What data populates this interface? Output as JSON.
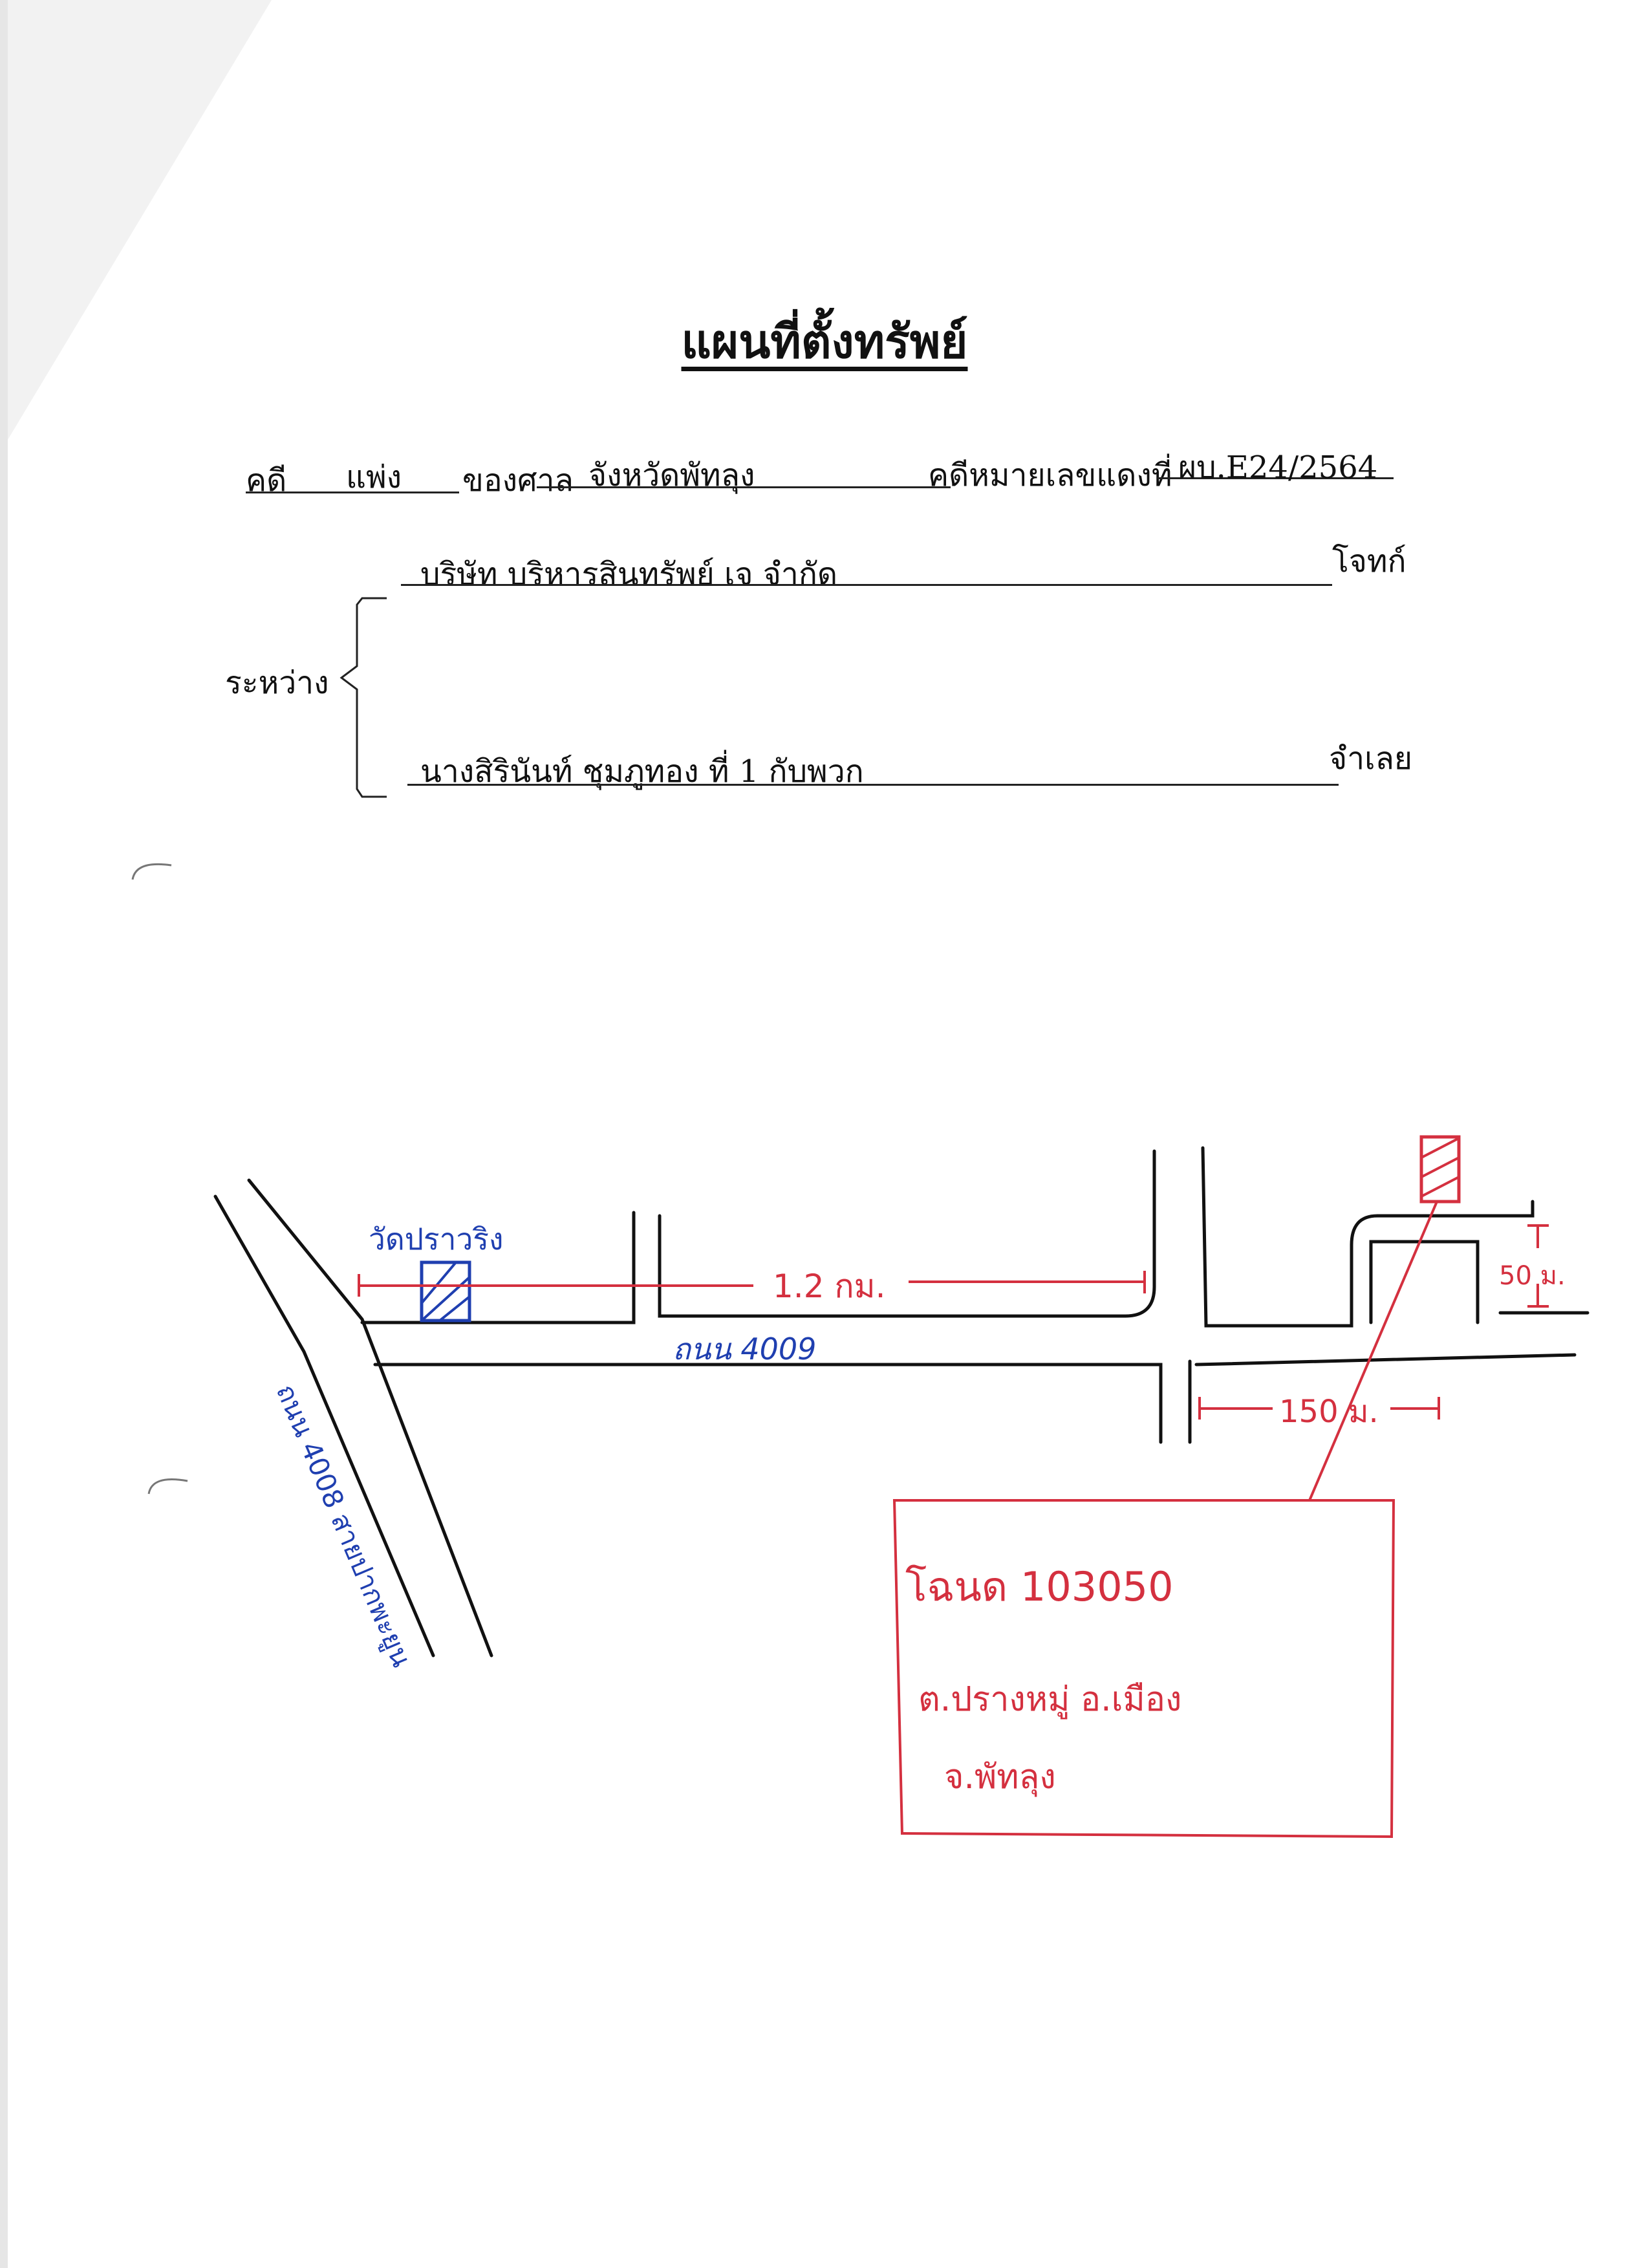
{
  "document": {
    "title": "แผนที่ตั้งทรัพย์",
    "case_label": "คดี",
    "case_type": "แพ่ง",
    "court_label": "ของศาล",
    "court": "จังหวัดพัทลุง",
    "red_case_label": "คดีหมายเลขแดงที่",
    "red_case_no": "ผบ.E24/2564",
    "between_label": "ระหว่าง",
    "plaintiff": "บริษัท บริหารสินทรัพย์ เจ จำกัด",
    "plaintiff_label": "โจทก์",
    "defendant": "นางสิรินันท์ ชุมภูทอง ที่ 1 กับพวก",
    "defendant_label": "จำเลย"
  },
  "map": {
    "temple_label": "วัดปราวริง",
    "distance_road": "1.2 กม.",
    "road_main": "ถนน 4009",
    "road_side": "ถนน 4008 สายปากพะยูน",
    "distance_property": "150 ม.",
    "property_width": "50 ม.",
    "deed": "โฉนด 103050",
    "subdistrict": "ต.ปรางหมู่ อ.เมือง",
    "province": "จ.พัทลุง",
    "colors": {
      "ink": "#111111",
      "red": "#d4303f",
      "blue": "#1f3fb0"
    }
  }
}
